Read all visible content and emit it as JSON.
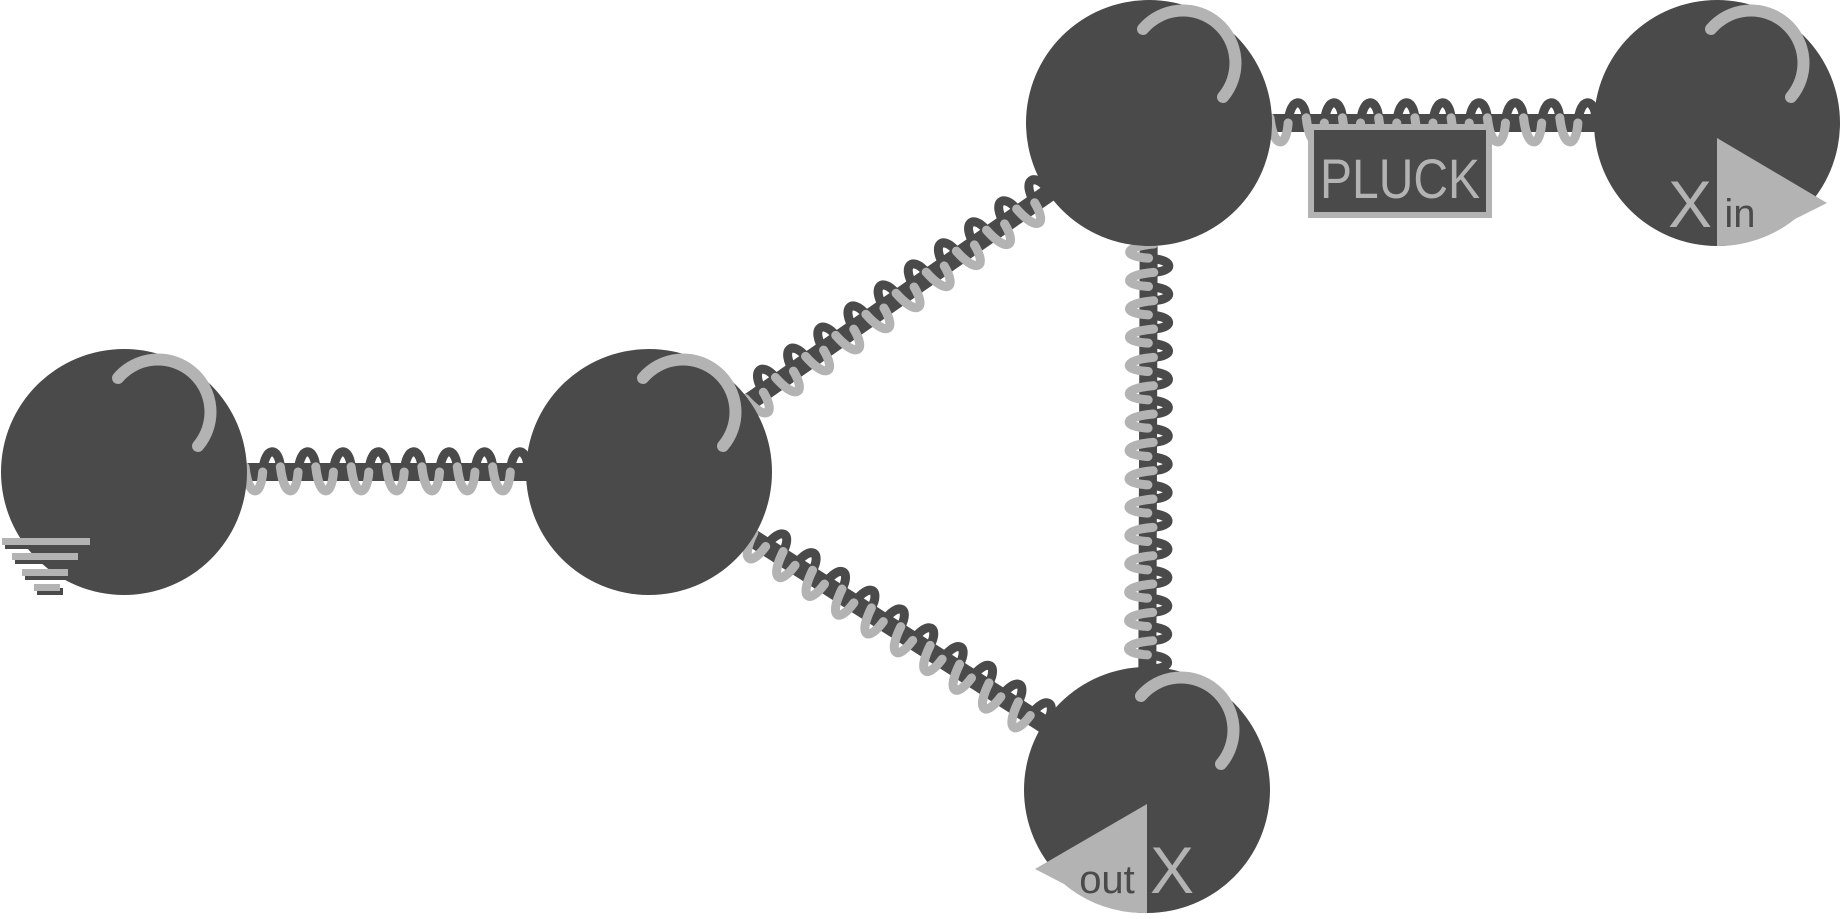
{
  "colors": {
    "background": "#ffffff",
    "mass": "#4a4a4a",
    "highlight": "#b3b3b3",
    "spring_coil": "#b3b3b3",
    "spring_coil_back": "#4a4a4a",
    "rod": "#4a4a4a"
  },
  "masses": [
    {
      "id": "ground",
      "icon": "ground-icon"
    },
    {
      "id": "middle",
      "icon": "highlight-arc"
    },
    {
      "id": "top",
      "icon": "highlight-arc"
    },
    {
      "id": "input",
      "icon": "input-triangle"
    },
    {
      "id": "output",
      "icon": "output-triangle"
    }
  ],
  "springs": [
    {
      "from": "ground",
      "to": "middle",
      "coils": 8
    },
    {
      "from": "middle",
      "to": "top",
      "coils": 10
    },
    {
      "from": "middle",
      "to": "output",
      "coils": 10
    },
    {
      "from": "top",
      "to": "output",
      "coils": 15
    },
    {
      "from": "top",
      "to": "input",
      "coils": 9
    }
  ],
  "labels": {
    "pluck": "PLUCK",
    "input_x": "X",
    "input_sub": "in",
    "output_x": "X",
    "output_sub": "out"
  }
}
